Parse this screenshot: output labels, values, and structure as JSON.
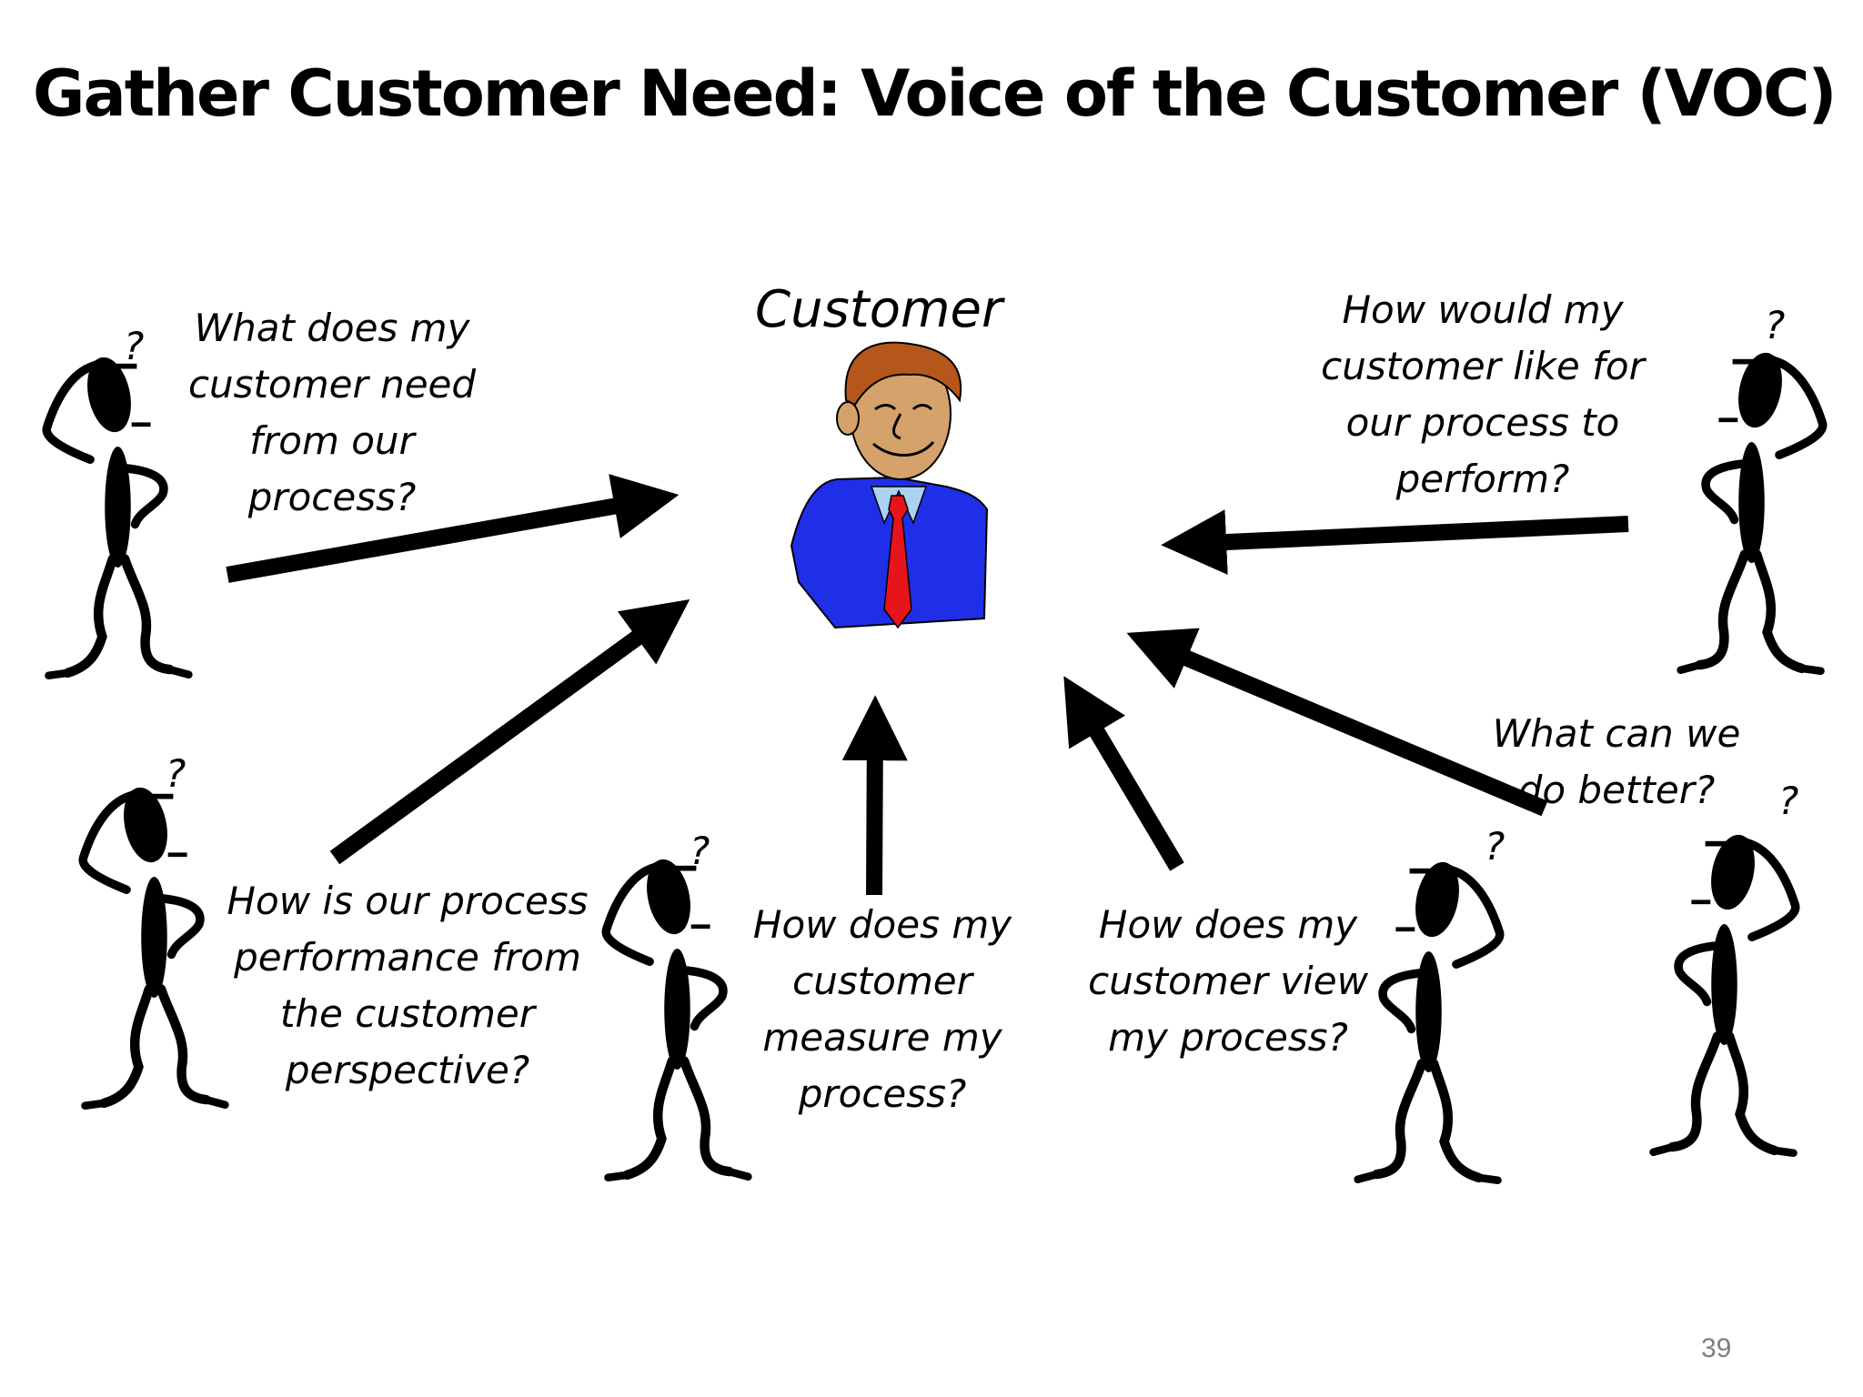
{
  "slide": {
    "title": "Gather Customer Need: Voice of the Customer (VOC)",
    "page_number": "39"
  },
  "diagram": {
    "center": {
      "label": "Customer",
      "icon": "businessman-icon"
    },
    "questions": [
      {
        "id": "need",
        "text": "What does my\ncustomer need\nfrom our\nprocess?"
      },
      {
        "id": "like-perform",
        "text": "How would my\ncustomer like for\nour process to\nperform?"
      },
      {
        "id": "performance",
        "text": "How is our process\nperformance from\nthe customer\nperspective?"
      },
      {
        "id": "measure",
        "text": "How does my\ncustomer\nmeasure my\nprocess?"
      },
      {
        "id": "view",
        "text": "How does my\ncustomer view\nmy process?"
      },
      {
        "id": "better",
        "text": "What can we\ndo better?"
      }
    ],
    "thinker_icon": "thinking-person-icon",
    "question_mark": "?",
    "colors": {
      "suit": "#1f2fe8",
      "tie": "#e8141b",
      "shirt": "#a9d3f0",
      "skin": "#d6a26c",
      "hair": "#b5561b",
      "arrow": "#000000"
    }
  }
}
